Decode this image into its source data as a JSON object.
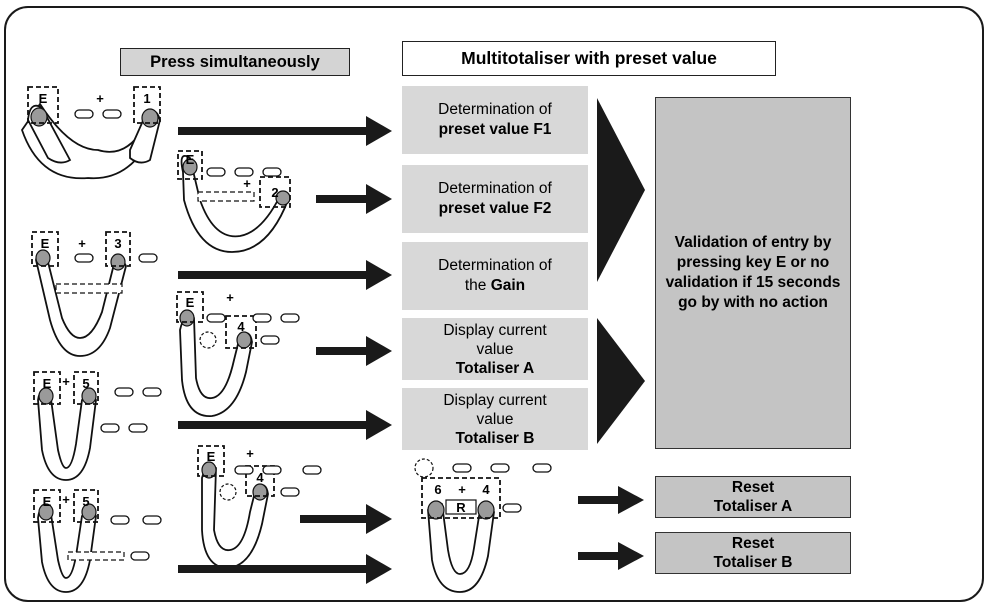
{
  "headers": {
    "press": "Press simultaneously",
    "multi": "Multitotaliser with preset value"
  },
  "functions": [
    {
      "line1": "Determination of",
      "line2": "preset value F1"
    },
    {
      "line1": "Determination of",
      "line2": "preset value F2"
    },
    {
      "line1": "Determination of",
      "line2_pre": "the ",
      "line2": "Gain"
    },
    {
      "line1": "Display current",
      "line2": "value",
      "line3": "Totaliser A"
    },
    {
      "line1": "Display current",
      "line2": "value",
      "line3": "Totaliser B"
    }
  ],
  "validation": "Validation of entry by pressing key  E or no validation if 15 seconds go by with no action",
  "resets": [
    {
      "line1": "Reset",
      "line2": "Totaliser A"
    },
    {
      "line1": "Reset",
      "line2": "Totaliser B"
    }
  ],
  "keys": {
    "e": "E",
    "plus": "+",
    "k1": "1",
    "k2": "2",
    "k3": "3",
    "k4": "4",
    "k5": "5",
    "k6": "6",
    "r": "R"
  },
  "colors": {
    "box_fill": "#d8d8d8",
    "validation_fill": "#c4c4c4",
    "arrow": "#1a1a1a"
  }
}
